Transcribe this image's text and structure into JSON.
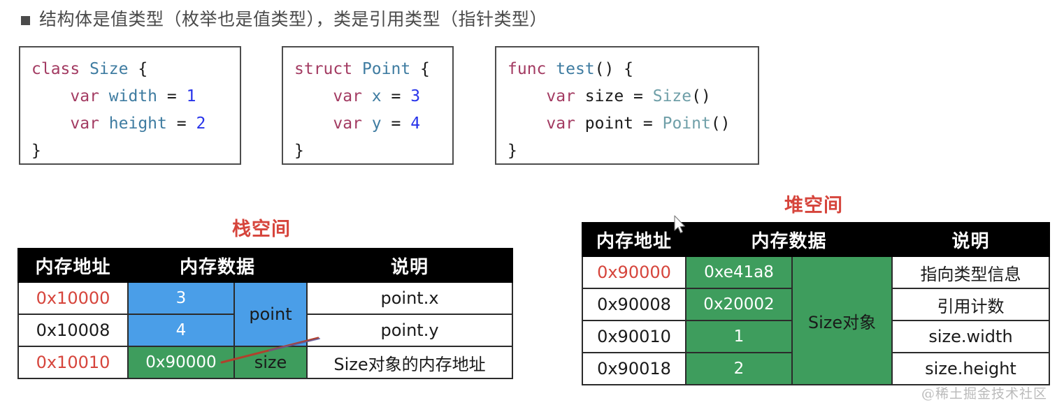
{
  "heading": {
    "bullet": "■",
    "text": "结构体是值类型（枚举也是值类型），类是引用类型（指针类型）"
  },
  "code_blocks": [
    {
      "name": "class-size",
      "lines": [
        [
          {
            "t": "class",
            "c": "kw"
          },
          {
            "t": " ",
            "c": "pln"
          },
          {
            "t": "Size",
            "c": "typ"
          },
          {
            "t": " {",
            "c": "pln"
          }
        ],
        [
          {
            "t": "    ",
            "c": "pln"
          },
          {
            "t": "var",
            "c": "kw"
          },
          {
            "t": " ",
            "c": "pln"
          },
          {
            "t": "width",
            "c": "typ"
          },
          {
            "t": " = ",
            "c": "pln"
          },
          {
            "t": "1",
            "c": "num"
          }
        ],
        [
          {
            "t": "    ",
            "c": "pln"
          },
          {
            "t": "var",
            "c": "kw"
          },
          {
            "t": " ",
            "c": "pln"
          },
          {
            "t": "height",
            "c": "typ"
          },
          {
            "t": " = ",
            "c": "pln"
          },
          {
            "t": "2",
            "c": "num"
          }
        ],
        [
          {
            "t": "}",
            "c": "pln"
          }
        ]
      ]
    },
    {
      "name": "struct-point",
      "lines": [
        [
          {
            "t": "struct",
            "c": "kw"
          },
          {
            "t": " ",
            "c": "pln"
          },
          {
            "t": "Point",
            "c": "typ"
          },
          {
            "t": " {",
            "c": "pln"
          }
        ],
        [
          {
            "t": "    ",
            "c": "pln"
          },
          {
            "t": "var",
            "c": "kw"
          },
          {
            "t": " ",
            "c": "pln"
          },
          {
            "t": "x",
            "c": "typ"
          },
          {
            "t": " = ",
            "c": "pln"
          },
          {
            "t": "3",
            "c": "num"
          }
        ],
        [
          {
            "t": "    ",
            "c": "pln"
          },
          {
            "t": "var",
            "c": "kw"
          },
          {
            "t": " ",
            "c": "pln"
          },
          {
            "t": "y",
            "c": "typ"
          },
          {
            "t": " = ",
            "c": "pln"
          },
          {
            "t": "4",
            "c": "num"
          }
        ],
        [
          {
            "t": "}",
            "c": "pln"
          }
        ]
      ]
    },
    {
      "name": "func-test",
      "lines": [
        [
          {
            "t": "func",
            "c": "kw"
          },
          {
            "t": " ",
            "c": "pln"
          },
          {
            "t": "test",
            "c": "typ"
          },
          {
            "t": "() {",
            "c": "pln"
          }
        ],
        [
          {
            "t": "    ",
            "c": "pln"
          },
          {
            "t": "var",
            "c": "kw"
          },
          {
            "t": " ",
            "c": "pln"
          },
          {
            "t": "size",
            "c": "pln"
          },
          {
            "t": " = ",
            "c": "pln"
          },
          {
            "t": "Size",
            "c": "typ2"
          },
          {
            "t": "()",
            "c": "pln"
          }
        ],
        [
          {
            "t": "    ",
            "c": "pln"
          },
          {
            "t": "var",
            "c": "kw"
          },
          {
            "t": " ",
            "c": "pln"
          },
          {
            "t": "point",
            "c": "pln"
          },
          {
            "t": " = ",
            "c": "pln"
          },
          {
            "t": "Point",
            "c": "typ2"
          },
          {
            "t": "()",
            "c": "pln"
          }
        ],
        [
          {
            "t": "}",
            "c": "pln"
          }
        ]
      ]
    }
  ],
  "stack": {
    "caption": "栈空间",
    "headers": [
      "内存地址",
      "内存数据",
      "说明"
    ],
    "rows": [
      {
        "address": "0x10000",
        "address_red": true,
        "data": "3",
        "note": "point.x"
      },
      {
        "address": "0x10008",
        "address_red": false,
        "data": "4",
        "note": "point.y"
      },
      {
        "address": "0x10010",
        "address_red": true,
        "data": "0x90000",
        "note": "Size对象的内存地址"
      }
    ],
    "groups": [
      {
        "label": "point",
        "color": "blue",
        "span": 2
      },
      {
        "label": "size",
        "color": "green",
        "span": 1
      }
    ]
  },
  "heap": {
    "caption": "堆空间",
    "headers": [
      "内存地址",
      "内存数据",
      "说明"
    ],
    "rows": [
      {
        "address": "0x90000",
        "address_red": true,
        "data": "0xe41a8",
        "note": "指向类型信息"
      },
      {
        "address": "0x90008",
        "address_red": false,
        "data": "0x20002",
        "note": "引用计数"
      },
      {
        "address": "0x90010",
        "address_red": false,
        "data": "1",
        "note": "size.width"
      },
      {
        "address": "0x90018",
        "address_red": false,
        "data": "2",
        "note": "size.height"
      }
    ],
    "groups": [
      {
        "label": "Size对象",
        "color": "green",
        "span": 4
      }
    ]
  },
  "annotations": {
    "pointer_arrow": "pointer-line-from-size-cell",
    "cursor": "mouse-pointer"
  },
  "watermark": "@稀土掘金技术社区",
  "colors": {
    "blue": "#4a9ee8",
    "green": "#3e9d5d",
    "red": "#d6453c",
    "header_bg": "#000000",
    "border": "#2b2b2b",
    "keyword": "#a33b62",
    "type": "#3f7ca1",
    "number": "#2733ea"
  }
}
